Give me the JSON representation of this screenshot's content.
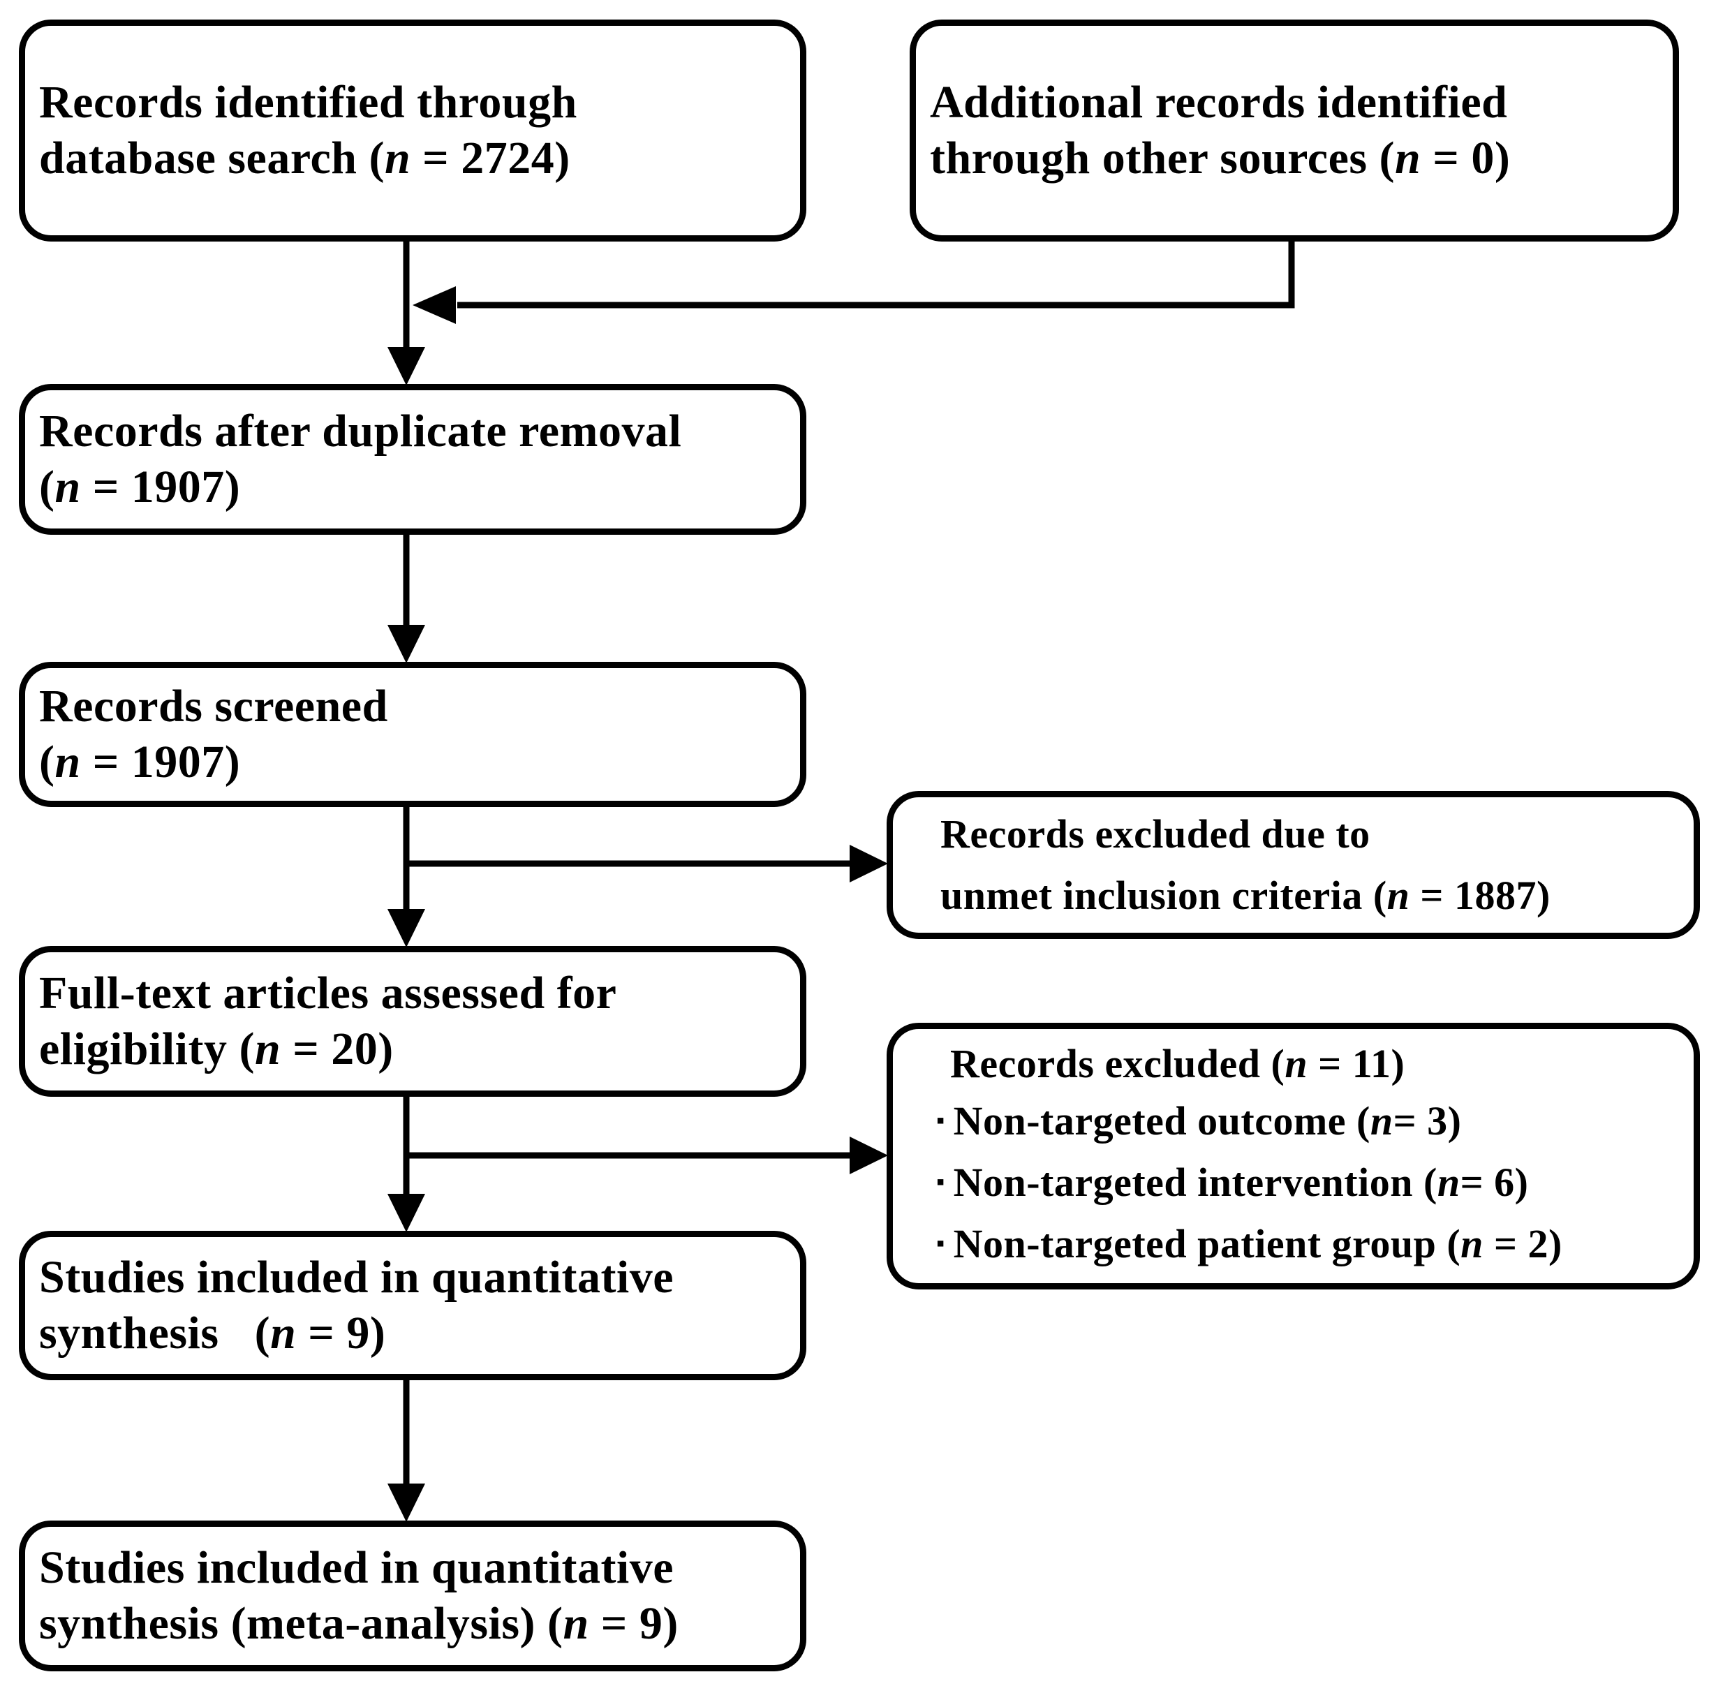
{
  "figure": {
    "type": "prisma-flow-diagram",
    "background_color": "#ffffff",
    "ink_color": "#000000"
  },
  "boxes": {
    "identified": {
      "segments": [
        "Records identified through",
        "database search (",
        "n",
        " = 2724)"
      ]
    },
    "additional": {
      "segments": [
        "Additional records identified",
        "through other sources (",
        "n",
        " = 0)"
      ]
    },
    "after_duplicates": {
      "segments": [
        "Records after duplicate removal",
        "(",
        "n",
        " = 1907)"
      ]
    },
    "screened": {
      "segments": [
        "Records screened",
        "(",
        "n",
        " = 1907)"
      ]
    },
    "excluded_screening": {
      "segments": [
        "Records excluded due to",
        "unmet inclusion criteria (",
        "n",
        " = 1887)"
      ]
    },
    "fulltext": {
      "segments": [
        "Full-text articles assessed for",
        "eligibility (",
        "n",
        " = 20)"
      ]
    },
    "excluded_fulltext": {
      "title": [
        "Records excluded (",
        "n",
        " = 11)"
      ],
      "bullet_char": "▪",
      "bullets": [
        {
          "pre": "Non-targeted outcome (",
          "n": "n",
          "post": "= 3)"
        },
        {
          "pre": "Non-targeted intervention (",
          "n": "n",
          "post": "= 6)"
        },
        {
          "pre": "Non-targeted patient group (",
          "n": "n",
          "post": " = 2)"
        }
      ]
    },
    "quantitative": {
      "segments": [
        "Studies included in quantitative",
        "synthesis   (",
        "n",
        " = 9)"
      ]
    },
    "meta_analysis": {
      "segments": [
        "Studies included in quantitative",
        "synthesis (meta-analysis) (",
        "n",
        " = 9)"
      ]
    }
  }
}
